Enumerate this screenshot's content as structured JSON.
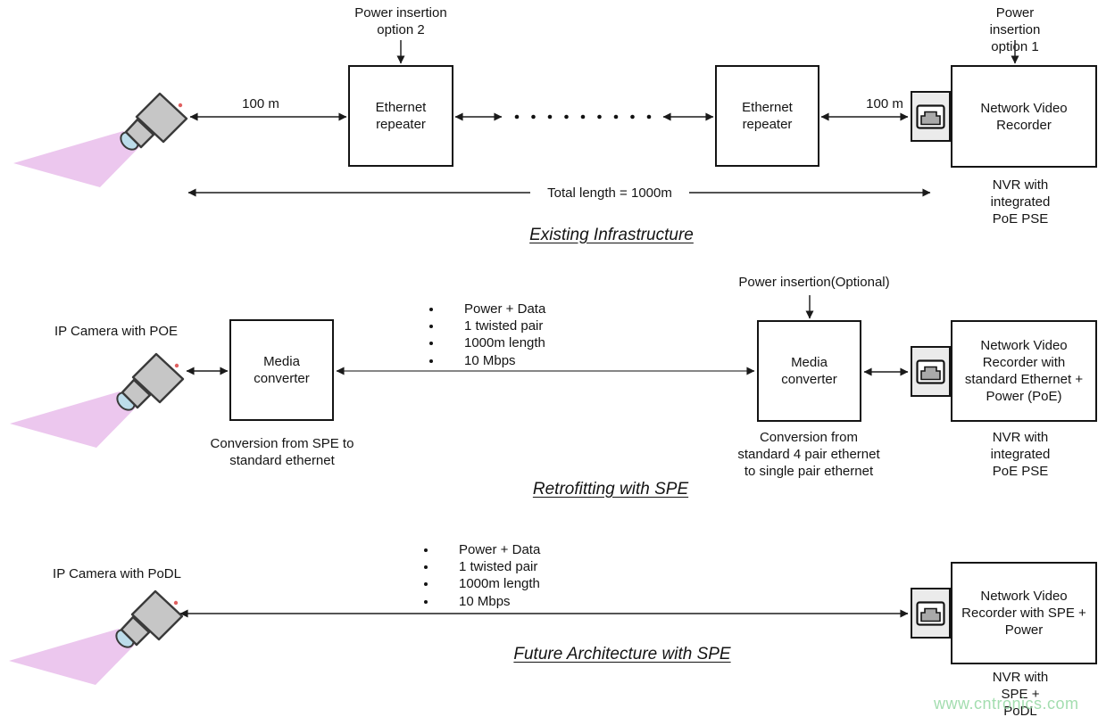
{
  "section_existing": {
    "title": "Existing Infrastructure",
    "power_insertion_option2": "Power insertion\noption 2",
    "power_insertion_option1": "Power insertion\noption 1",
    "distance_left": "100 m",
    "distance_right": "100 m",
    "repeater1_label": "Ethernet\nrepeater",
    "repeater2_label": "Ethernet\nrepeater",
    "nvr_label": "Network Video\nRecorder",
    "nvr_caption": "NVR with integrated\nPoE PSE",
    "total_length": "Total length = 1000m"
  },
  "section_retrofit": {
    "title": "Retrofitting with SPE",
    "camera_label": "IP Camera with POE",
    "media_converter_left_label": "Media\nconverter",
    "media_converter_left_caption": "Conversion from SPE to\nstandard ethernet",
    "link_features": [
      "Power + Data",
      "1 twisted pair",
      "1000m length",
      "10 Mbps"
    ],
    "power_insertion_optional": "Power insertion(Optional)",
    "media_converter_right_label": "Media\nconverter",
    "media_converter_right_caption": "Conversion from\nstandard 4 pair ethernet\nto single pair ethernet",
    "nvr_label": "Network Video\nRecorder with\nstandard Ethernet +\nPower (PoE)",
    "nvr_caption": "NVR with integrated\nPoE PSE"
  },
  "section_future": {
    "title": "Future Architecture with SPE",
    "camera_label": "IP Camera with PoDL",
    "link_features": [
      "Power + Data",
      "1 twisted pair",
      "1000m length",
      "10 Mbps"
    ],
    "nvr_label": "Network Video\nRecorder with SPE +\nPower",
    "nvr_caption": "NVR with SPE +\nPoDL"
  },
  "watermark": {
    "text": "www.cntronics.com",
    "color": "#93d8a2"
  },
  "colors": {
    "line": "#1a1a1a",
    "gray_link": "#747474",
    "camera_beam": "#ecc7ee",
    "camera_body": "#c6c6c6",
    "camera_lens": "#bcdcea",
    "port_background": "#ebebeb",
    "port_jack": "#a9a9a9"
  }
}
